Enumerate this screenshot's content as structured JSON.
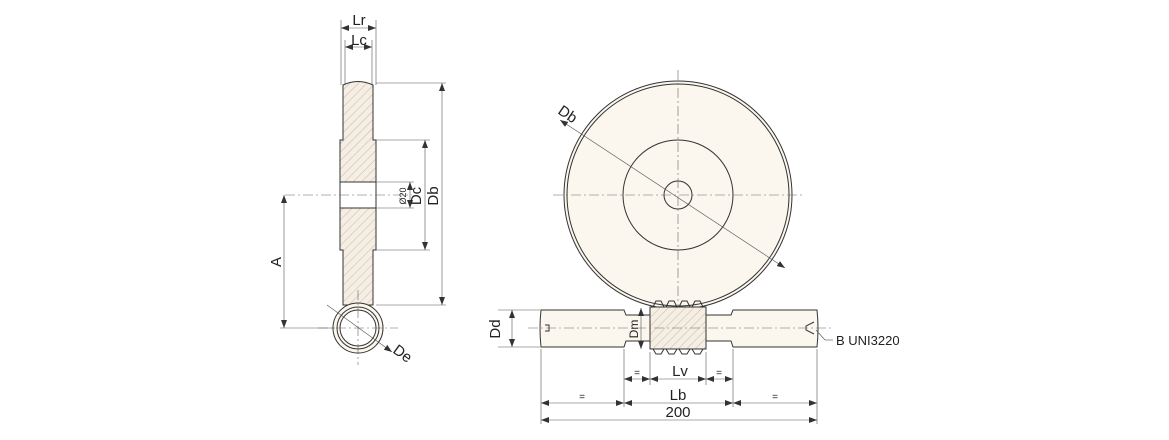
{
  "labels": {
    "lr": "Lr",
    "lc": "Lc",
    "d20": "Ø20",
    "dc": "Dc",
    "db_side": "Db",
    "a": "A",
    "de": "De",
    "db_front": "Db",
    "dd": "Dd",
    "dm": "Dm",
    "lv": "Lv",
    "eq": "=",
    "lb": "Lb",
    "total": "200",
    "center_hole": "B UNI3220"
  },
  "colors": {
    "part_fill": "#fbf6ee",
    "line": "#333333"
  }
}
